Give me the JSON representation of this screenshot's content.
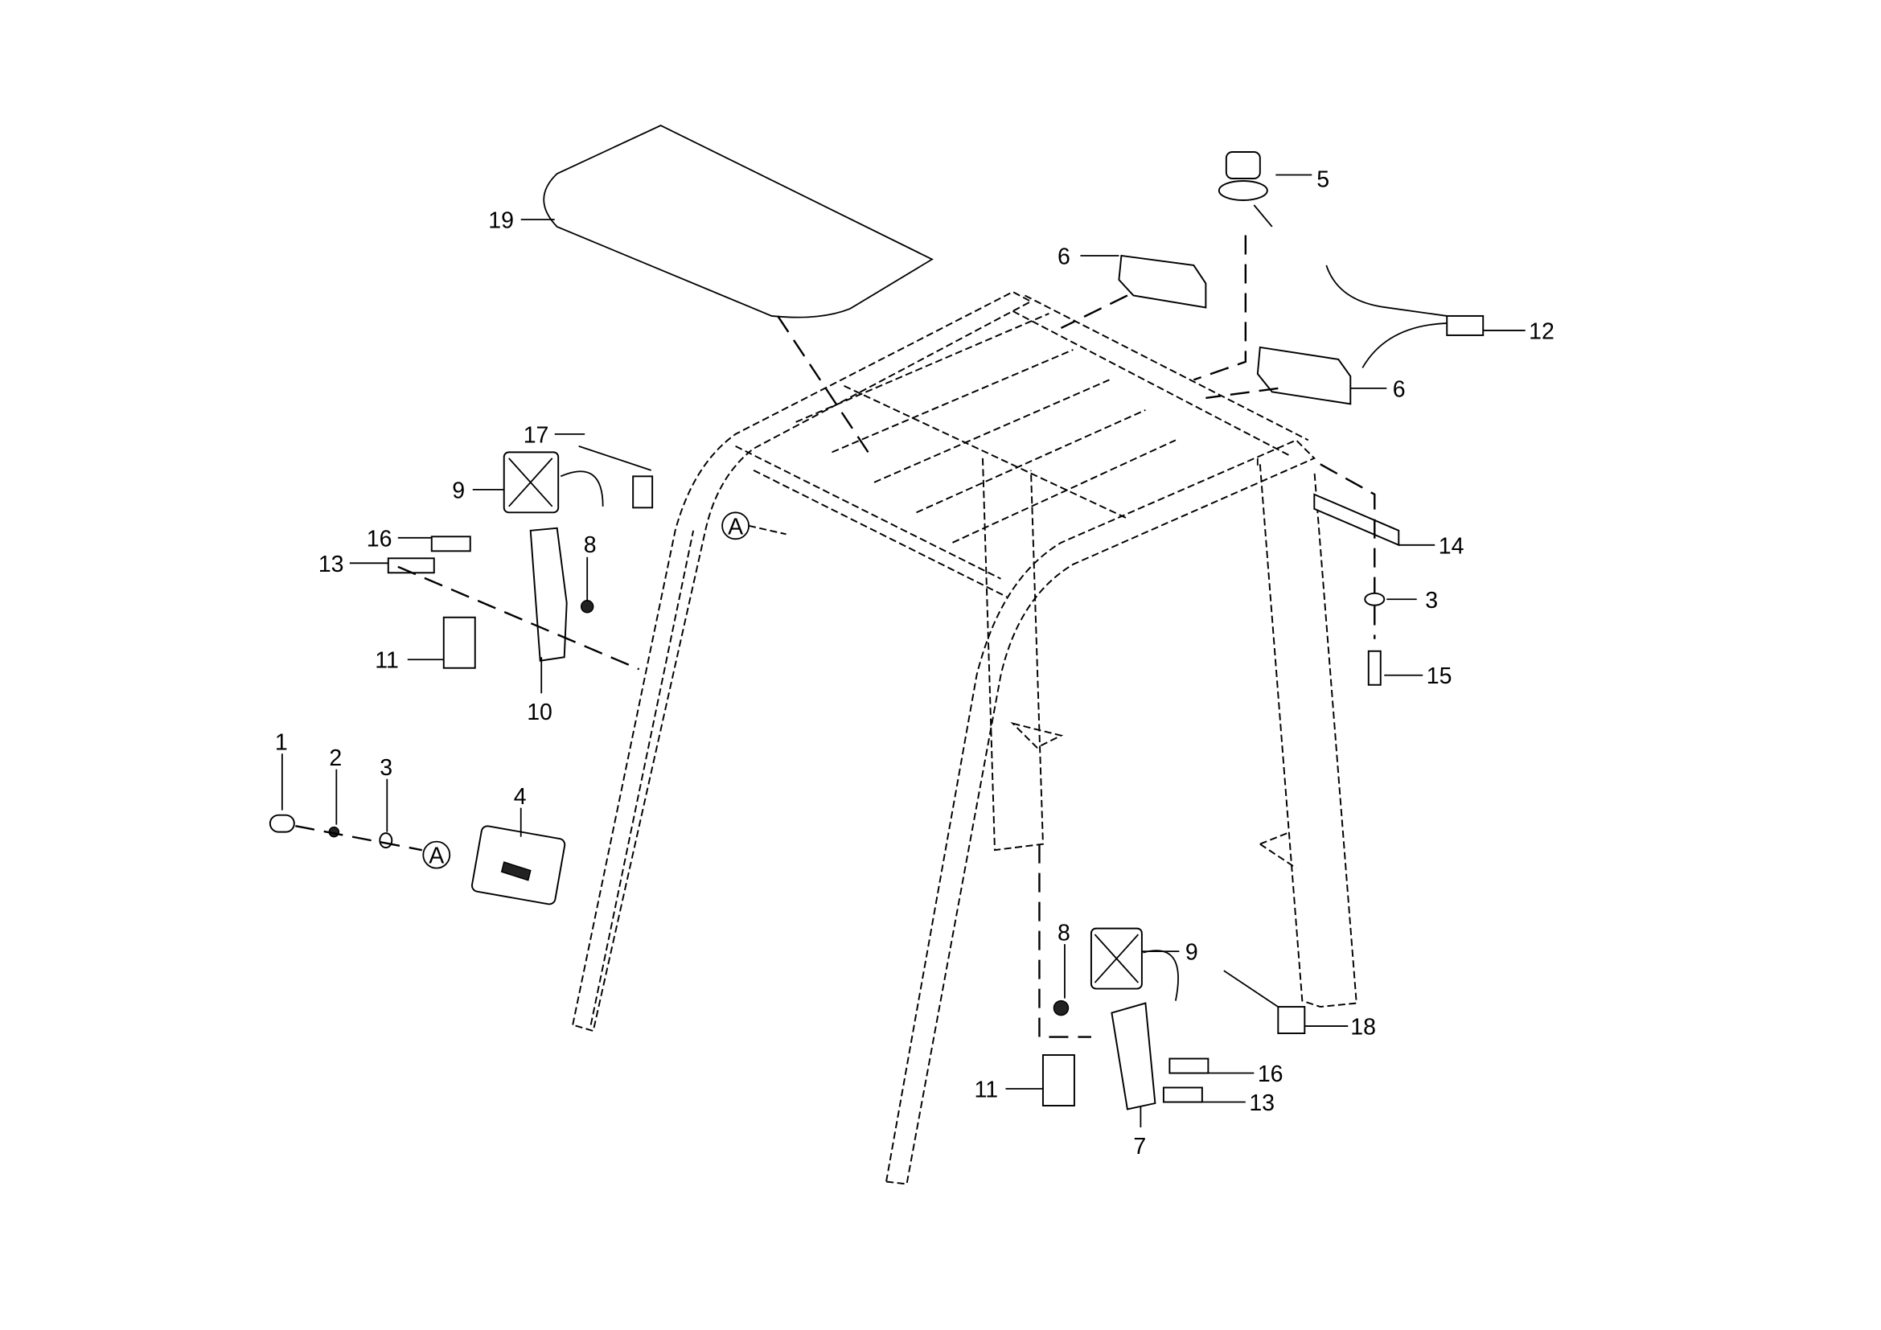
{
  "diagram": {
    "labels": [
      "19",
      "5",
      "6",
      "6",
      "12",
      "14",
      "3",
      "15",
      "17",
      "9",
      "16",
      "8",
      "13",
      "11",
      "10",
      "1",
      "2",
      "3",
      "4",
      "A",
      "A",
      "8",
      "9",
      "18",
      "16",
      "11",
      "13",
      "7"
    ]
  }
}
